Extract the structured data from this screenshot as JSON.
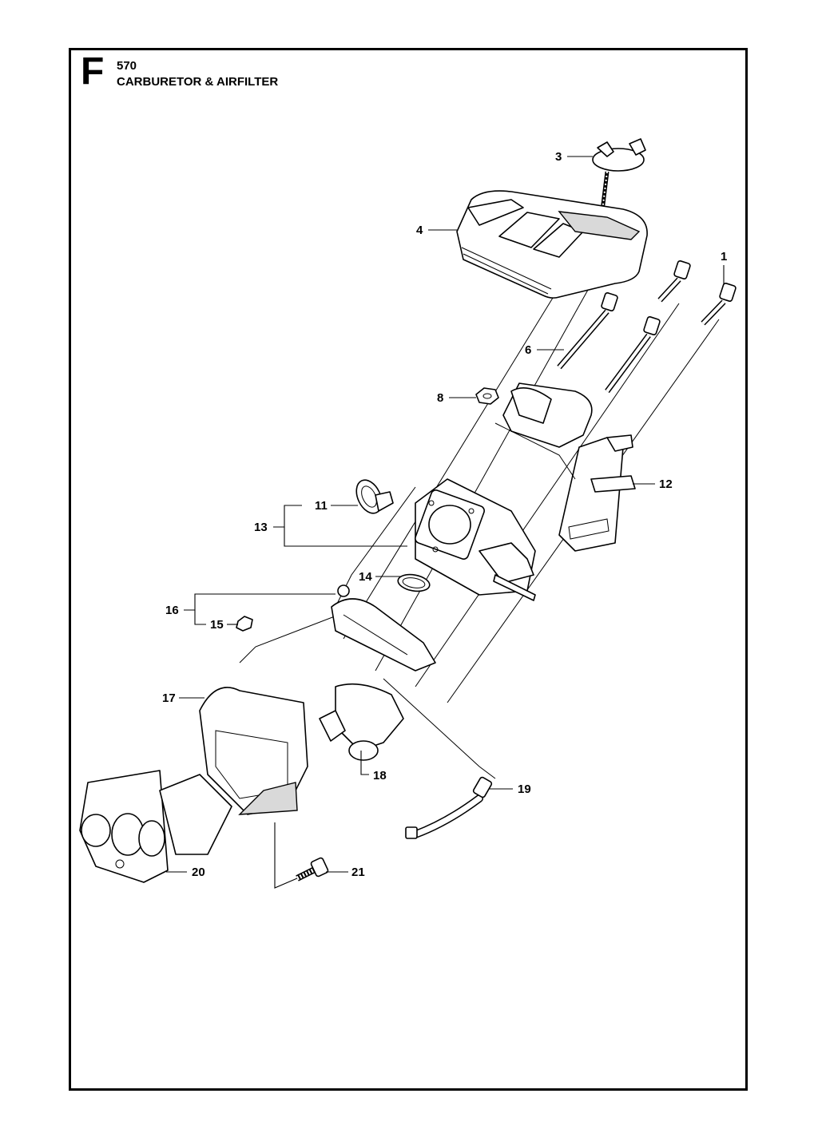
{
  "header": {
    "section_letter": "F",
    "model": "570",
    "title": "CARBURETOR & AIRFILTER"
  },
  "callouts": {
    "c1": "1",
    "c3": "3",
    "c4": "4",
    "c6": "6",
    "c8": "8",
    "c11": "11",
    "c12": "12",
    "c13": "13",
    "c14": "14",
    "c15": "15",
    "c16": "16",
    "c17": "17",
    "c18": "18",
    "c19": "19",
    "c20": "20",
    "c21": "21"
  }
}
